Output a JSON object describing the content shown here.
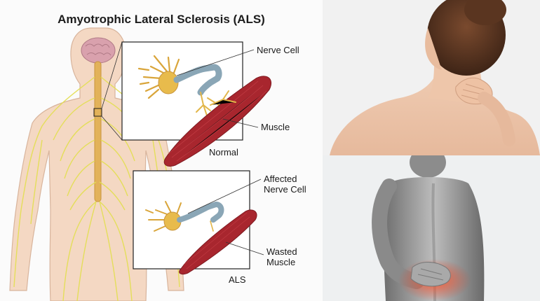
{
  "diagram": {
    "title": "Amyotrophic Lateral Sclerosis (ALS)",
    "normal_panel": {
      "nerve_label": "Nerve Cell",
      "muscle_label": "Muscle",
      "caption": "Normal"
    },
    "als_panel": {
      "nerve_label_line1": "Affected",
      "nerve_label_line2": "Nerve Cell",
      "muscle_label_line1": "Wasted",
      "muscle_label_line2": "Muscle",
      "caption": "ALS"
    }
  },
  "photos": {
    "top": "neck-pain-photo",
    "bottom": "lower-back-pain-photo"
  },
  "colors": {
    "nerve_yellow": "#e6e35a",
    "neuron_gold": "#e7b94a",
    "muscle_red": "#a8262e",
    "axon_blue": "#8aa6b6",
    "brain_pink": "#d9a4ad",
    "skin": "#f3d4bd",
    "pain_red": "#e0442a"
  }
}
